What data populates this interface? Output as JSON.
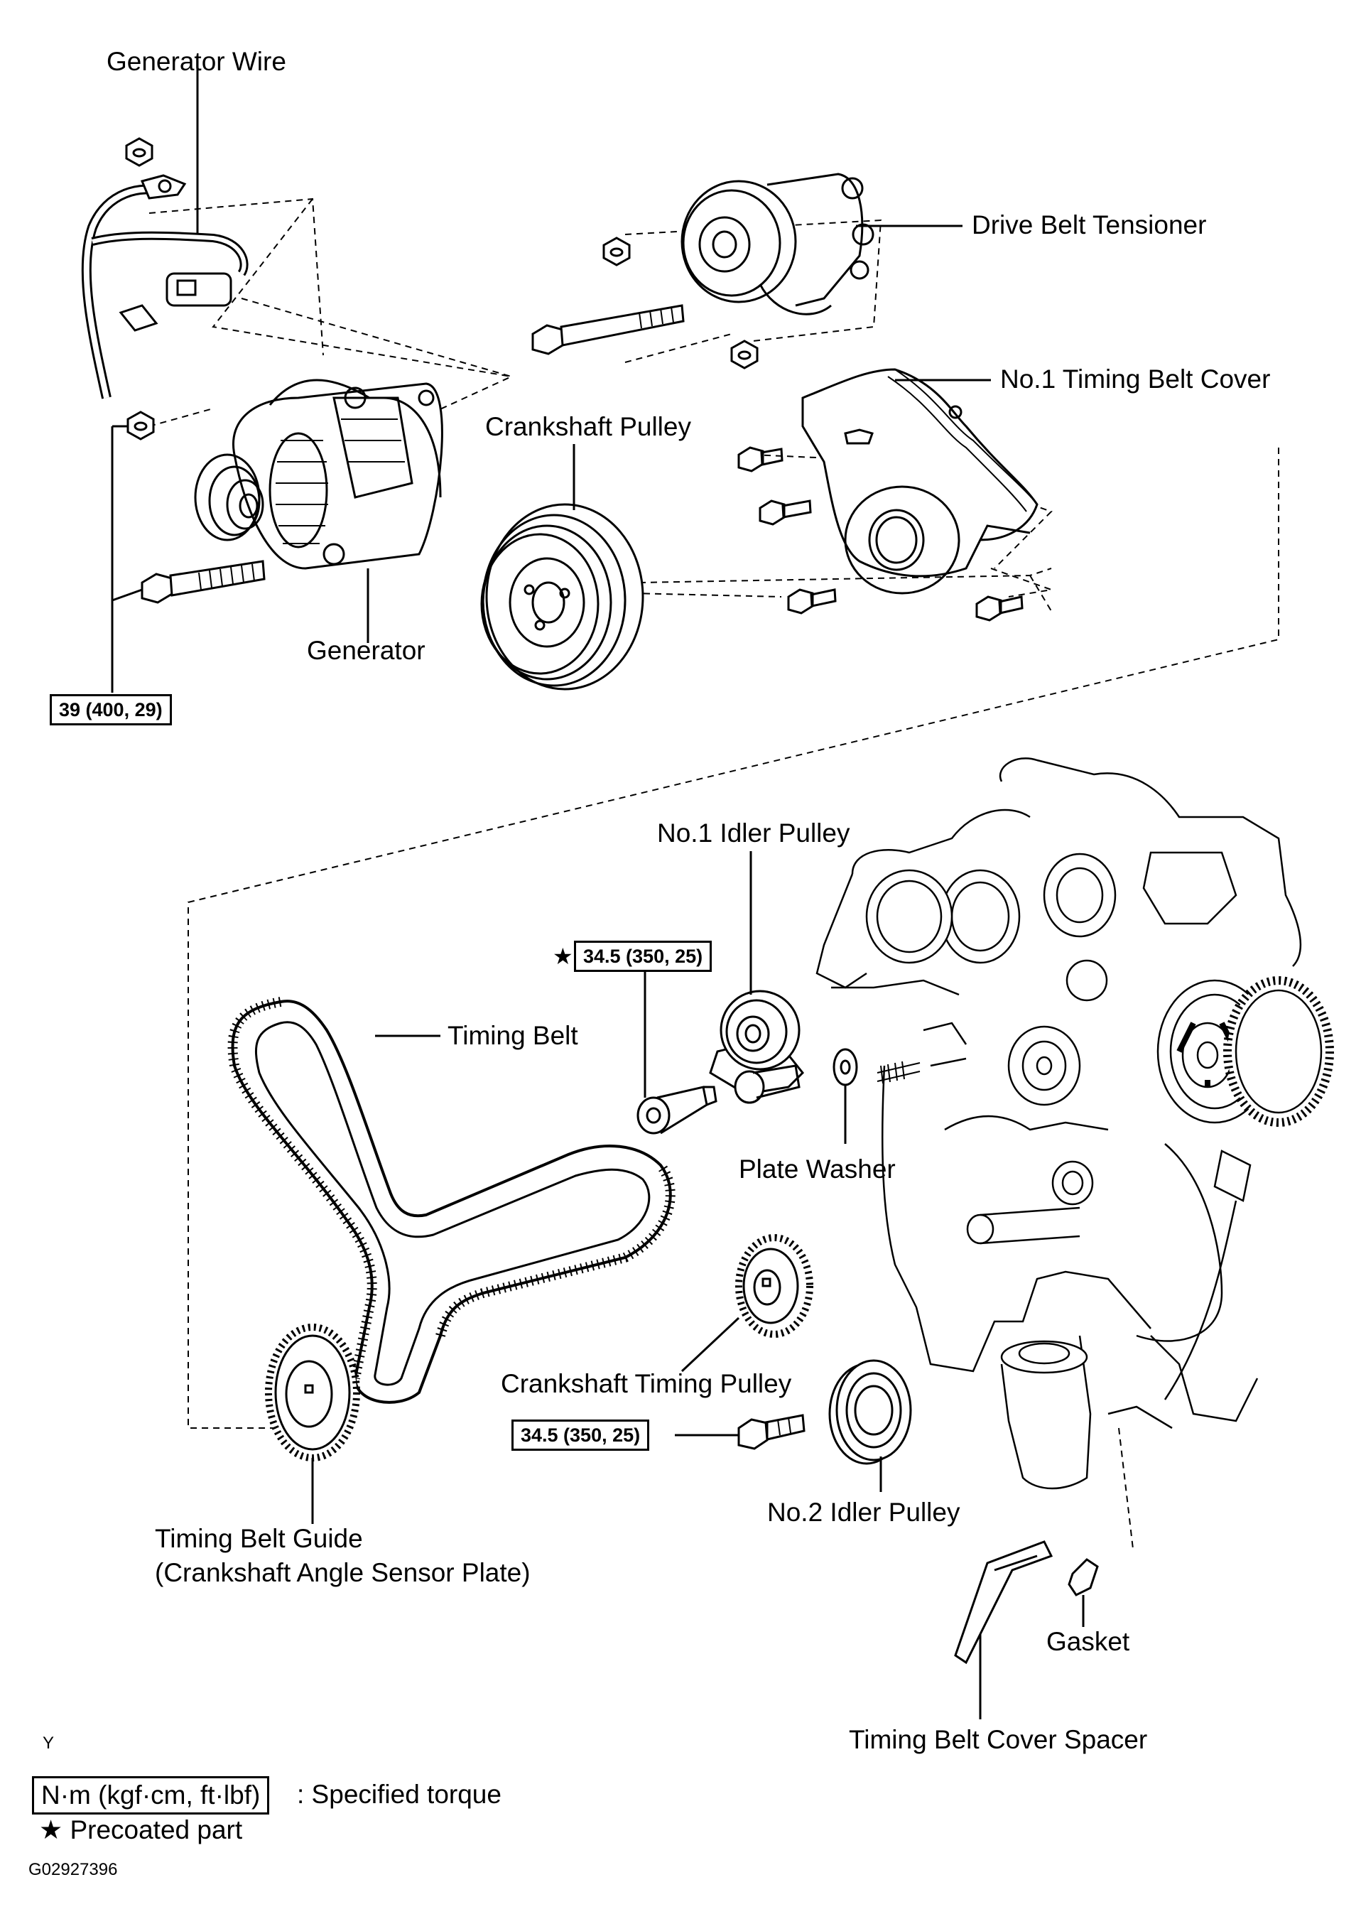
{
  "labels": {
    "generator_wire": "Generator Wire",
    "drive_belt_tensioner": "Drive Belt Tensioner",
    "no1_timing_belt_cover": "No.1 Timing Belt Cover",
    "crankshaft_pulley": "Crankshaft Pulley",
    "generator": "Generator",
    "no1_idler_pulley": "No.1 Idler Pulley",
    "timing_belt": "Timing Belt",
    "plate_washer": "Plate Washer",
    "crankshaft_timing_pulley": "Crankshaft Timing Pulley",
    "no2_idler_pulley": "No.2 Idler Pulley",
    "timing_belt_guide": "Timing Belt Guide",
    "crank_angle_sensor_plate": "(Crankshaft Angle Sensor Plate)",
    "gasket": "Gasket",
    "timing_belt_cover_spacer": "Timing Belt Cover Spacer"
  },
  "torques": {
    "generator_bolt": "39 (400, 29)",
    "idler1_bolt": "34.5 (350, 25)",
    "idler2_bolt": "34.5 (350, 25)"
  },
  "star_symbol": "★",
  "legend": {
    "box_text": "N·m (kgf·cm, ft·lbf)",
    "box_meaning": ": Specified torque",
    "star_meaning": "★ Precoated part"
  },
  "corner_mark": "Y",
  "figure_id": "G02927396"
}
